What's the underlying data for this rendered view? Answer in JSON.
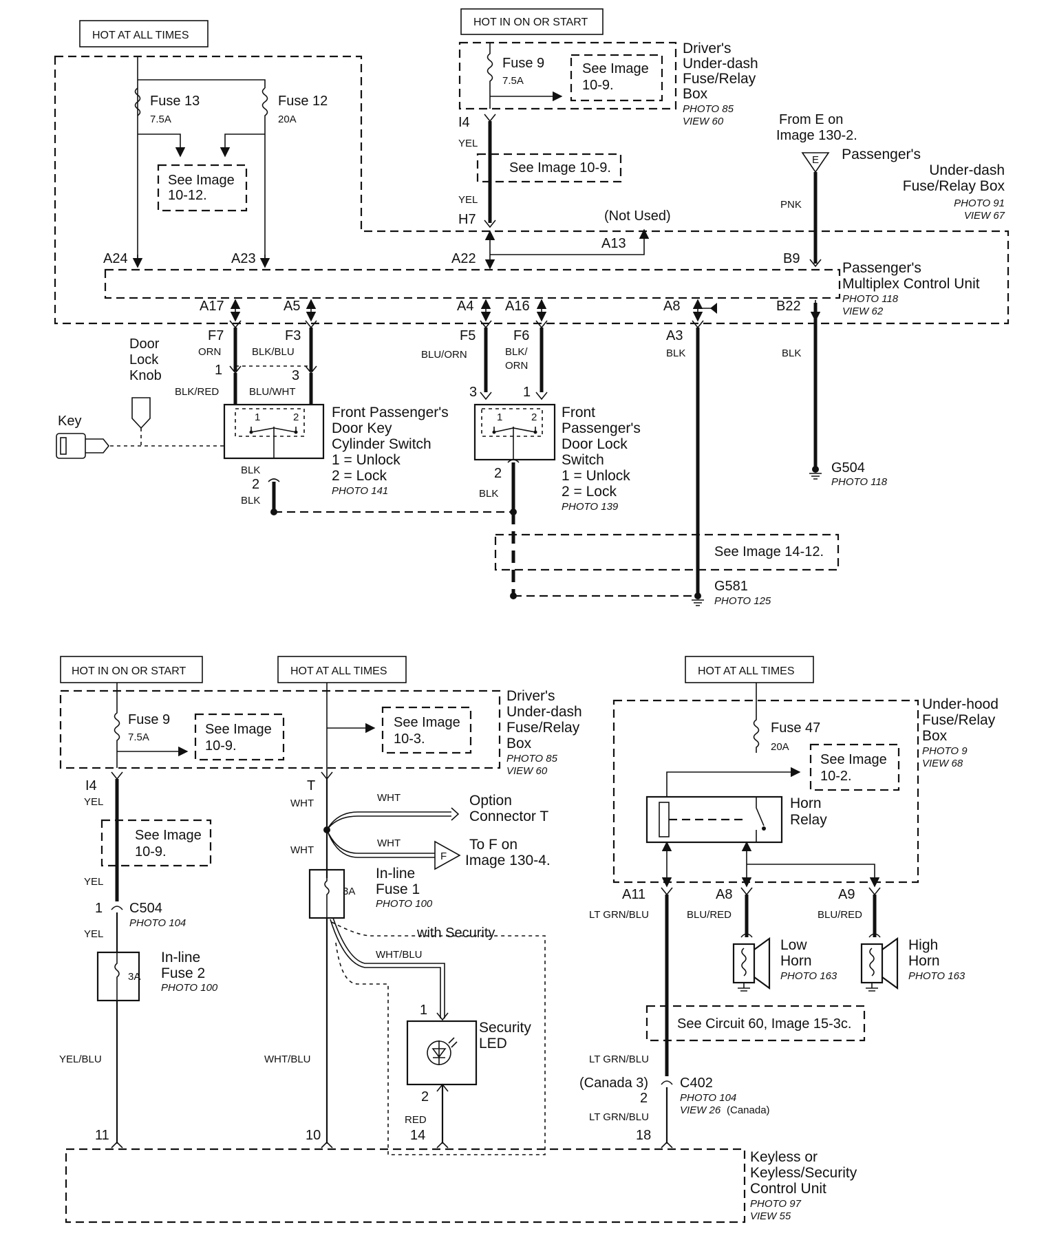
{
  "upper": {
    "hot_all_times": "HOT AT ALL TIMES",
    "hot_in_on": "HOT IN ON OR START",
    "fuse13": "Fuse 13",
    "fuse13_a": "7.5A",
    "fuse12": "Fuse 12",
    "fuse12_a": "20A",
    "see_10_12_a": "See Image",
    "see_10_12_b": "10-12.",
    "fuse9": "Fuse 9",
    "fuse9_a": "7.5A",
    "see_10_9_a": "See Image",
    "see_10_9_b": "10-9.",
    "drv_box": [
      "Driver's",
      "Under-dash",
      "Fuse/Relay",
      "Box"
    ],
    "drv_photo": "PHOTO 85",
    "drv_view": "VIEW 60",
    "i4": "I4",
    "yel": "YEL",
    "yel2": "YEL",
    "see_10_9_line": "See Image 10-9.",
    "h7": "H7",
    "not_used": "(Not Used)",
    "a13": "A13",
    "from_e": [
      "From E on",
      "Image 130-2."
    ],
    "e": "E",
    "pnk": "PNK",
    "pass_box": [
      "Passenger's",
      "Under-dash",
      "Fuse/Relay Box"
    ],
    "pass_photo": "PHOTO 91",
    "pass_view": "VIEW 67",
    "a24": "A24",
    "a23": "A23",
    "a22": "A22",
    "b9": "B9",
    "mcu": [
      "Passenger's",
      "Multiplex Control Unit"
    ],
    "mcu_photo": "PHOTO 118",
    "mcu_view": "VIEW 62",
    "a17": "A17",
    "a5": "A5",
    "a4": "A4",
    "a16": "A16",
    "a8": "A8",
    "b22": "B22",
    "f7": "F7",
    "f3": "F3",
    "f5": "F5",
    "f6": "F6",
    "a3": "A3",
    "orn": "ORN",
    "blk_blu": "BLK/BLU",
    "blu_orn": "BLU/ORN",
    "blk_orn": [
      "BLK/",
      "ORN"
    ],
    "blk_a3": "BLK",
    "blk_b22": "BLK",
    "door_lock_knob": [
      "Door",
      "Lock",
      "Knob"
    ],
    "key": "Key",
    "p1": "1",
    "p3": "3",
    "p3b": "3",
    "p1b": "1",
    "blk_red": "BLK/RED",
    "blu_wht": "BLU/WHT",
    "sw1_1": "1",
    "sw1_2": "2",
    "sw2_1": "1",
    "sw2_2": "2",
    "key_switch": [
      "Front Passenger's",
      "Door Key",
      "Cylinder Switch",
      "1 = Unlock",
      "2 = Lock"
    ],
    "key_photo": "PHOTO 141",
    "lock_switch": [
      "Front",
      "Passenger's",
      "Door Lock",
      "Switch",
      "1 = Unlock",
      "2 = Lock"
    ],
    "lock_photo": "PHOTO 139",
    "blk_k1": "BLK",
    "k2": "2",
    "blk_k2": "BLK",
    "l2": "2",
    "blk_l": "BLK",
    "g504": "G504",
    "g504_photo": "PHOTO 118",
    "see_14_12": "See Image 14-12.",
    "g581": "G581",
    "g581_photo": "PHOTO 125"
  },
  "lower": {
    "hot_in_on": "HOT IN ON OR START",
    "hot_all_times": "HOT AT ALL TIMES",
    "hot_all_times2": "HOT AT ALL TIMES",
    "fuse9": "Fuse 9",
    "fuse9_a": "7.5A",
    "see_10_9_a": "See Image",
    "see_10_9_b": "10-9.",
    "see_10_3_a": "See Image",
    "see_10_3_b": "10-3.",
    "drv_box": [
      "Driver's",
      "Under-dash",
      "Fuse/Relay",
      "Box"
    ],
    "drv_photo": "PHOTO 85",
    "drv_view": "VIEW 60",
    "i4": "I4",
    "yel": "YEL",
    "see2_a": "See Image",
    "see2_b": "10-9.",
    "yel2": "YEL",
    "c504_pin": "1",
    "c504": "C504",
    "c504_photo": "PHOTO 104",
    "yel3": "YEL",
    "inline2": [
      "In-line",
      "Fuse 2"
    ],
    "inline2_photo": "PHOTO 100",
    "inline2_a": "3A",
    "yel_blu": "YEL/BLU",
    "pin11": "11",
    "t": "T",
    "wht": "WHT",
    "wht2": "WHT",
    "wht3": "WHT",
    "wht4": "WHT",
    "option": [
      "Option",
      "Connector T"
    ],
    "to_f": [
      "To F on",
      "Image 130-4."
    ],
    "f": "F",
    "inline1": [
      "In-line",
      "Fuse 1"
    ],
    "inline1_photo": "PHOTO 100",
    "inline1_a": "3A",
    "with_security": "with Security",
    "wht_blu": "WHT/BLU",
    "wht_blu2": "WHT/BLU",
    "led_pin1": "1",
    "led": [
      "Security",
      "LED"
    ],
    "led_pin2": "2",
    "red": "RED",
    "pin10": "10",
    "pin14": "14",
    "fuse47": "Fuse 47",
    "fuse47_a": "20A",
    "see_10_2_a": "See Image",
    "see_10_2_b": "10-2.",
    "uh_box": [
      "Under-hood",
      "Fuse/Relay",
      "Box"
    ],
    "uh_photo": "PHOTO 9",
    "uh_view": "VIEW 68",
    "horn_relay": [
      "Horn",
      "Relay"
    ],
    "a11": "A11",
    "a8": "A8",
    "a9": "A9",
    "lt_grn_blu": "LT GRN/BLU",
    "blu_red": "BLU/RED",
    "blu_red2": "BLU/RED",
    "low_horn": [
      "Low",
      "Horn"
    ],
    "low_photo": "PHOTO 163",
    "high_horn": [
      "High",
      "Horn"
    ],
    "high_photo": "PHOTO 163",
    "see_circuit": "See Circuit 60, Image 15-3c.",
    "lt_grn_blu2": "LT GRN/BLU",
    "canada3": "(Canada 3)",
    "c402": "C402",
    "c402_pin": "2",
    "c402_photo": "PHOTO 104",
    "c402_view": "VIEW 26",
    "c402_canada": "(Canada)",
    "lt_grn_blu3": "LT GRN/BLU",
    "pin18": "18",
    "keyless": [
      "Keyless or",
      "Keyless/Security",
      "Control Unit"
    ],
    "keyless_photo": "PHOTO 97",
    "keyless_view": "VIEW 55"
  }
}
